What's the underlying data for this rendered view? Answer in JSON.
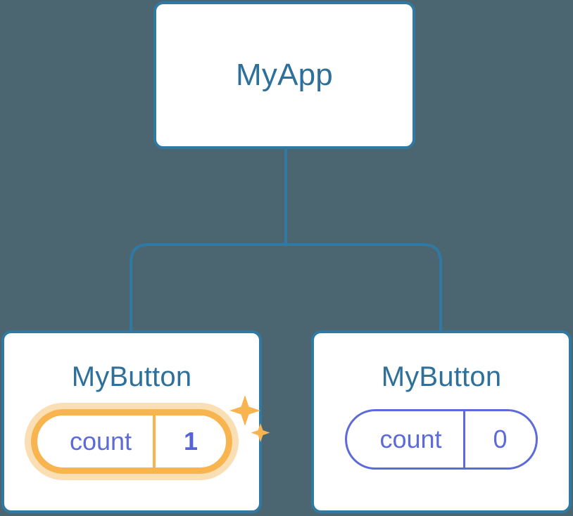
{
  "diagram": {
    "type": "component-tree",
    "background_color": "#4b6670",
    "edge_color": "#2f79a3"
  },
  "root": {
    "title": "MyApp",
    "border_color": "#2f79a3",
    "text_color": "#2e7099"
  },
  "children": [
    {
      "title": "MyButton",
      "state_key": "count",
      "state_value": "1",
      "highlighted": true,
      "highlight_color": "#f7b44f",
      "glow_color": "#fbdfb4",
      "value_color": "#5563d6",
      "sparkle_icon": "sparkle-icon"
    },
    {
      "title": "MyButton",
      "state_key": "count",
      "state_value": "0",
      "highlighted": false,
      "pill_color": "#5c6bd8",
      "value_color": "#5c6bd8",
      "sparkle_icon": null
    }
  ]
}
